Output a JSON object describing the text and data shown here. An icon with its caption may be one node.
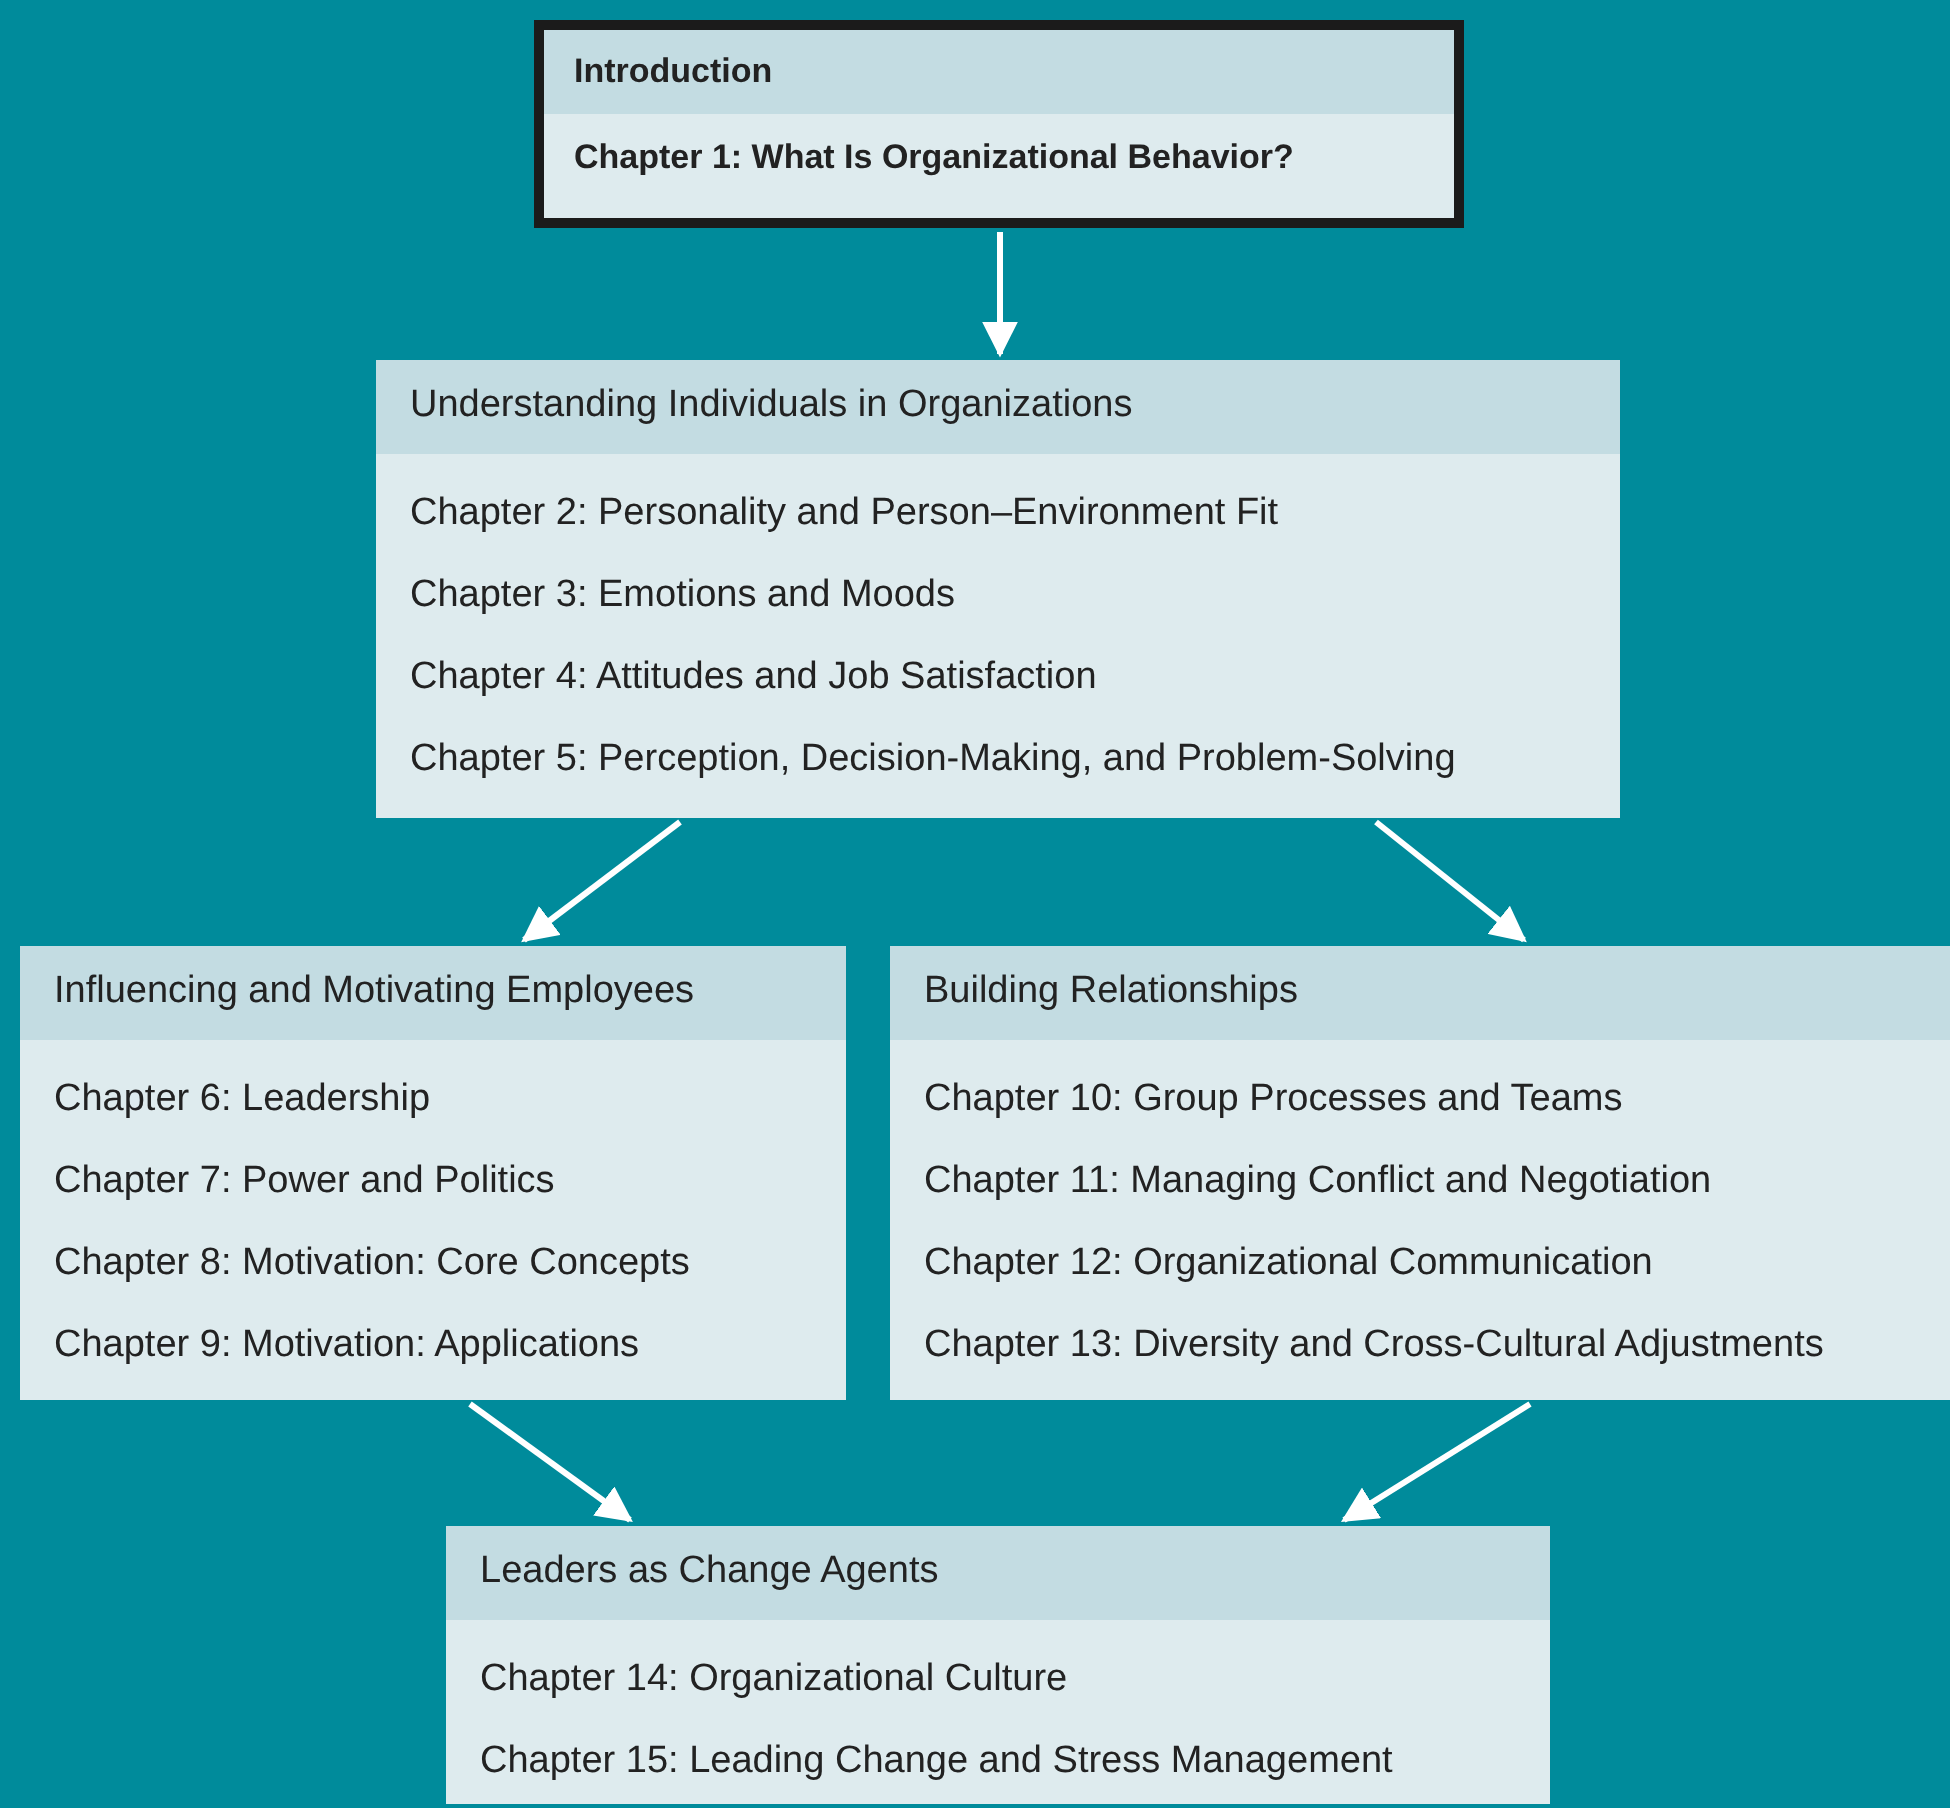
{
  "diagram": {
    "nodes": [
      {
        "text": [
          "Introduction",
          "Chapter 1: What Is Organizational Behavior?"
        ]
      },
      {
        "text": [
          "Understanding Individuals in Organizations",
          "Chapter 2: Personality and Person–Environment Fit",
          "Chapter 3: Emotions and Moods",
          "Chapter 4: Attitudes and Job Satisfaction",
          "Chapter 5: Perception, Decision-Making, and Problem-Solving"
        ]
      },
      {
        "text": [
          "Influencing and Motivating Employees",
          "Chapter 6: Leadership",
          "Chapter 7: Power and Politics",
          "Chapter 8: Motivation: Core Concepts",
          "Chapter 9: Motivation: Applications"
        ]
      },
      {
        "text": [
          "Building Relationships",
          "Chapter 10: Group Processes and Teams",
          "Chapter 11: Managing Conflict and Negotiation",
          "Chapter 12: Organizational Communication",
          "Chapter 13: Diversity and Cross-Cultural Adjustments"
        ]
      },
      {
        "text": [
          "Leaders as Change Agents",
          "Chapter 14: Organizational Culture",
          "Chapter 15: Leading Change and Stress Management"
        ]
      }
    ],
    "edges": [
      {
        "from": 0,
        "to": 1,
        "arrow": "to"
      },
      {
        "from": 1,
        "to": 2,
        "arrow": "to"
      },
      {
        "from": 1,
        "to": 3,
        "arrow": "to"
      },
      {
        "from": 2,
        "to": 4,
        "arrow": "to"
      },
      {
        "from": 3,
        "to": 4,
        "arrow": "to"
      }
    ]
  }
}
